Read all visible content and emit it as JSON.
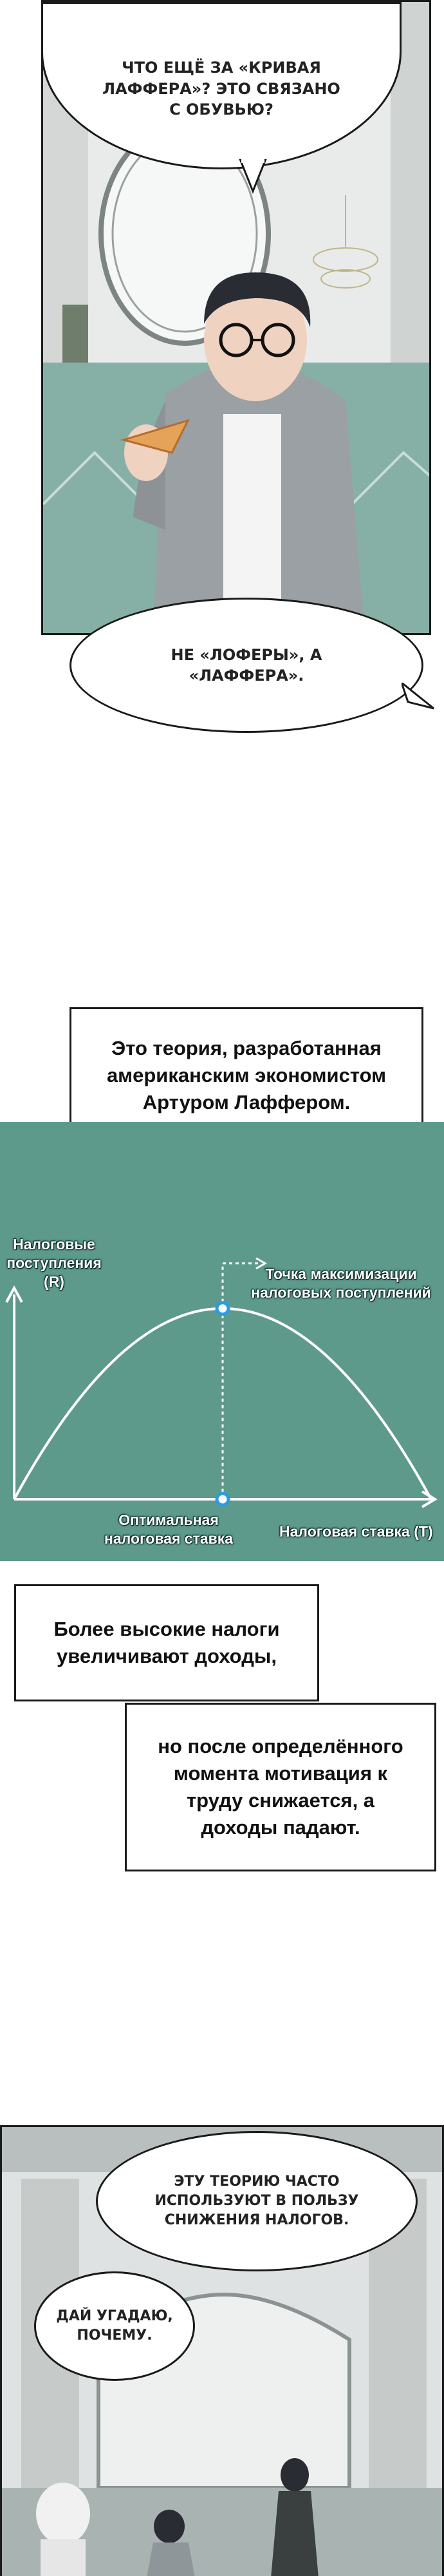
{
  "panel1": {
    "bubble_top": "Что ещё за «Кривая Лаффера»? Это связано с обувью?",
    "bubble_bottom": "Не «Лоферы», а «Лаффера»."
  },
  "narration": {
    "box1": "Это теория, разработанная американским экономистом Артуром Лаффером.",
    "box2": "Более высокие налоги увеличивают доходы,",
    "box3": "но после определённого момента мотивация к труду снижается, а доходы падают."
  },
  "chart_data": {
    "type": "line",
    "ylabel": "Налоговые поступления (R)",
    "xlabel": "Налоговая ставка (T)",
    "annotation_max": "Точка максимизации налоговых поступлений",
    "annotation_opt": "Оптимальная налоговая ставка",
    "x": [
      0,
      0.1,
      0.2,
      0.3,
      0.4,
      0.5,
      0.6,
      0.7,
      0.8,
      0.9,
      1.0
    ],
    "values": [
      0,
      0.36,
      0.64,
      0.84,
      0.96,
      1.0,
      0.96,
      0.84,
      0.64,
      0.36,
      0
    ],
    "xlim": [
      0,
      1
    ],
    "ylim": [
      0,
      1.6
    ],
    "peak_x": 0.5,
    "colors": {
      "background": "#5e9a8c",
      "line": "#ffffff",
      "marker": "#2a9de0"
    }
  },
  "panel2": {
    "bubble_top": "Эту теорию часто используют в пользу снижения налогов.",
    "bubble_bottom": "Дай угадаю, почему."
  }
}
